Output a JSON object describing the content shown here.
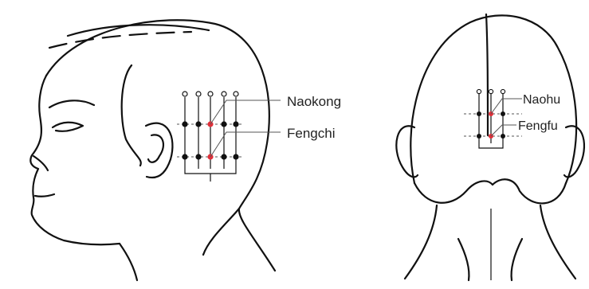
{
  "labels": {
    "side_upper": "Naokong",
    "side_lower": "Fengchi",
    "back_upper": "Naohu",
    "back_lower": "Fengfu"
  },
  "colors": {
    "outline": "#111111",
    "acupoint_highlight": "#e0303a",
    "acupoint": "#111111"
  }
}
